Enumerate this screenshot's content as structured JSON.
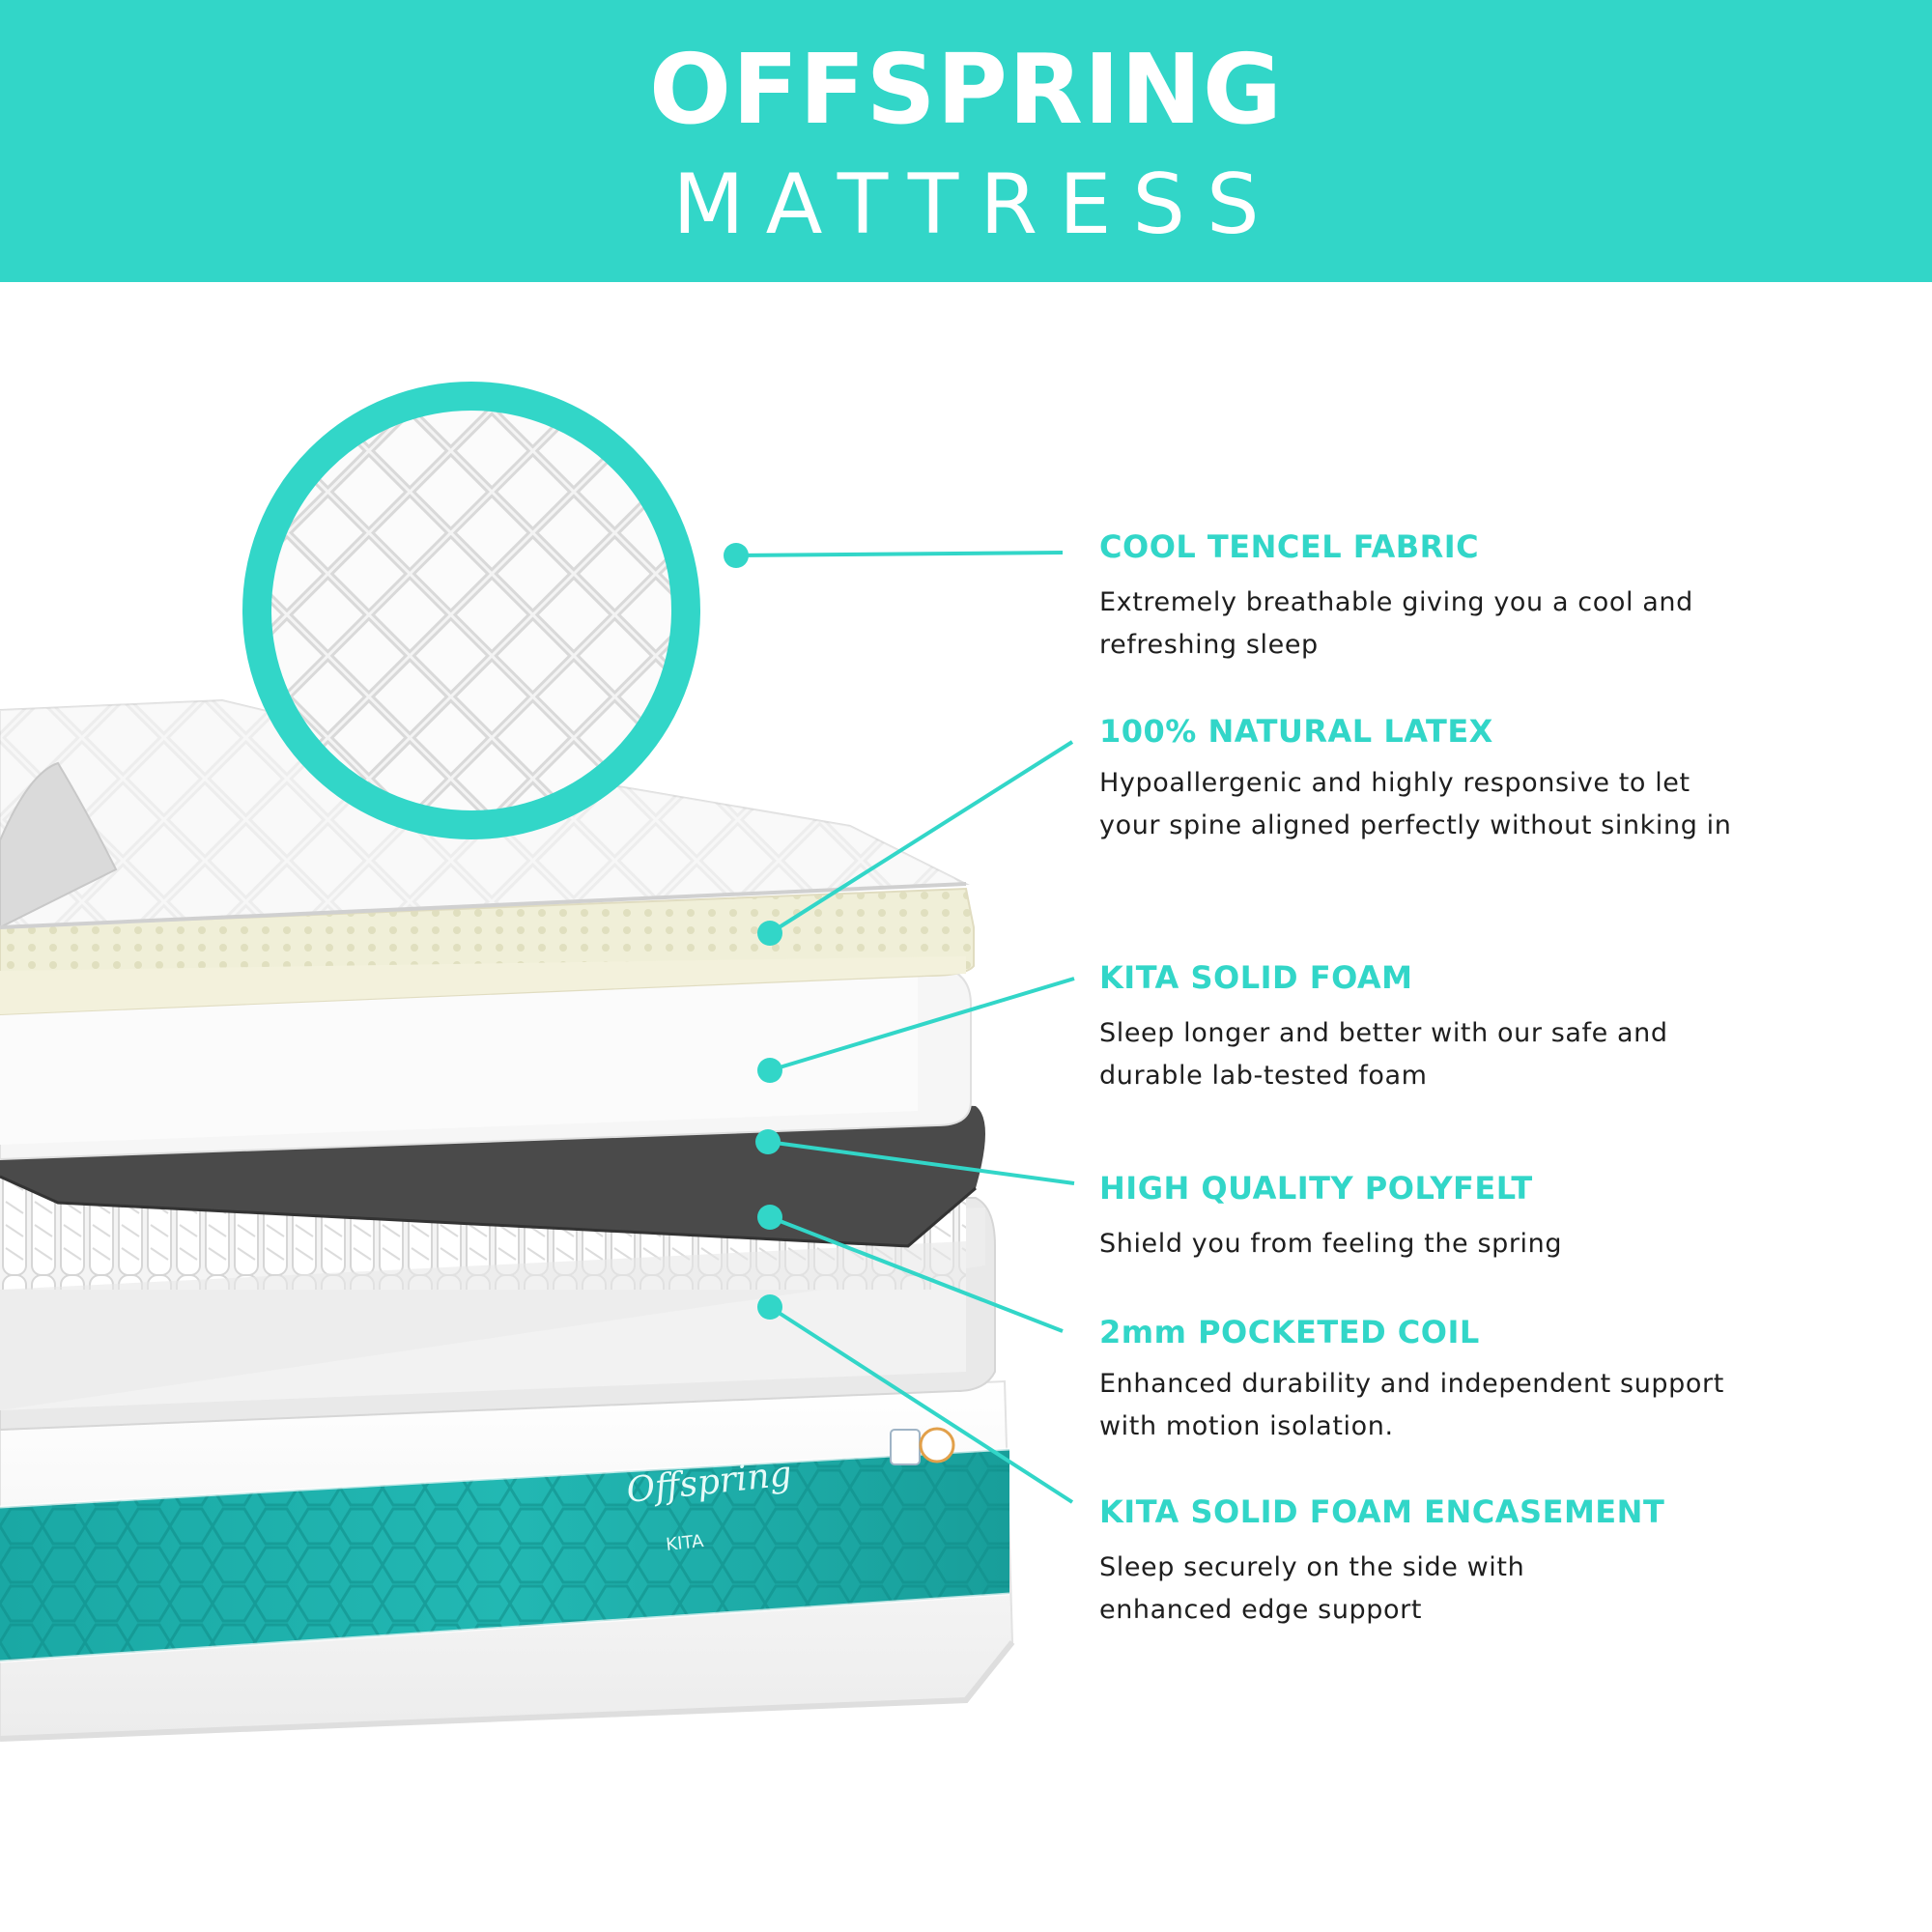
{
  "header": {
    "brand": "OFFSPRING",
    "product": "MATTRESS"
  },
  "mattress": {
    "brand_logo": "Offspring",
    "maker_logo": "KITA"
  },
  "colors": {
    "accent": "#32D6C8",
    "text_dark": "#1e1e1e",
    "background": "#ffffff"
  },
  "features": [
    {
      "title": "COOL TENCEL FABRIC",
      "lines": [
        "Extremely breathable giving you a cool and",
        "refreshing sleep"
      ]
    },
    {
      "title": "100% NATURAL LATEX",
      "lines": [
        "Hypoallergenic and highly responsive to let",
        "your spine aligned perfectly without sinking in"
      ]
    },
    {
      "title": "KITA SOLID FOAM",
      "lines": [
        "Sleep longer and better with our safe and",
        "durable lab-tested foam"
      ]
    },
    {
      "title": "HIGH QUALITY POLYFELT",
      "lines": [
        "Shield you from feeling the spring"
      ]
    },
    {
      "title": "2mm POCKETED COIL",
      "lines": [
        "Enhanced durability and independent support",
        "with motion isolation."
      ]
    },
    {
      "title": "KITA SOLID FOAM ENCASEMENT",
      "lines": [
        "Sleep securely on the side with",
        "enhanced edge support"
      ]
    }
  ]
}
